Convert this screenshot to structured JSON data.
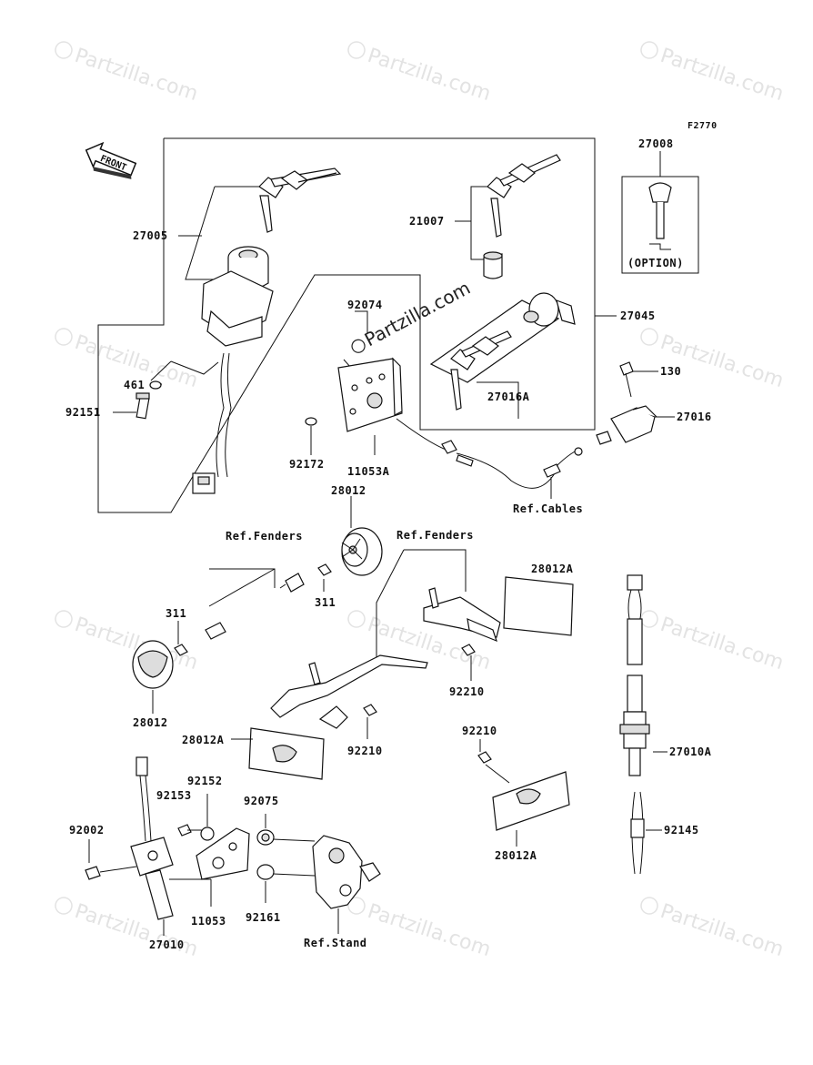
{
  "figure_code": "F2770",
  "front_arrow": "FRONT",
  "watermark": "Partzilla.com",
  "center_watermark": "Partzilla.com",
  "labels": {
    "p27005": "27005",
    "p461": "461",
    "p92151": "92151",
    "p21007": "21007",
    "p27045": "27045",
    "p27008": "27008",
    "option": "(OPTION)",
    "p92074": "92074",
    "p27016A": "27016A",
    "p130": "130",
    "p27016": "27016",
    "p92172": "92172",
    "p11053A": "11053A",
    "ref_cables": "Ref.Cables",
    "p28012_top": "28012",
    "ref_fenders_left": "Ref.Fenders",
    "ref_fenders_right": "Ref.Fenders",
    "p311_a": "311",
    "p311_b": "311",
    "p28012A_top": "28012A",
    "p92210_a": "92210",
    "p28012_left": "28012",
    "p28012A_mid": "28012A",
    "p92210_b": "92210",
    "p92210_c": "92210",
    "p28012A_bottom": "28012A",
    "p27010A": "27010A",
    "p92145": "92145",
    "p92152": "92152",
    "p92153": "92153",
    "p92075": "92075",
    "p92002": "92002",
    "p11053": "11053",
    "p92161": "92161",
    "p27010": "27010",
    "ref_stand": "Ref.Stand"
  }
}
